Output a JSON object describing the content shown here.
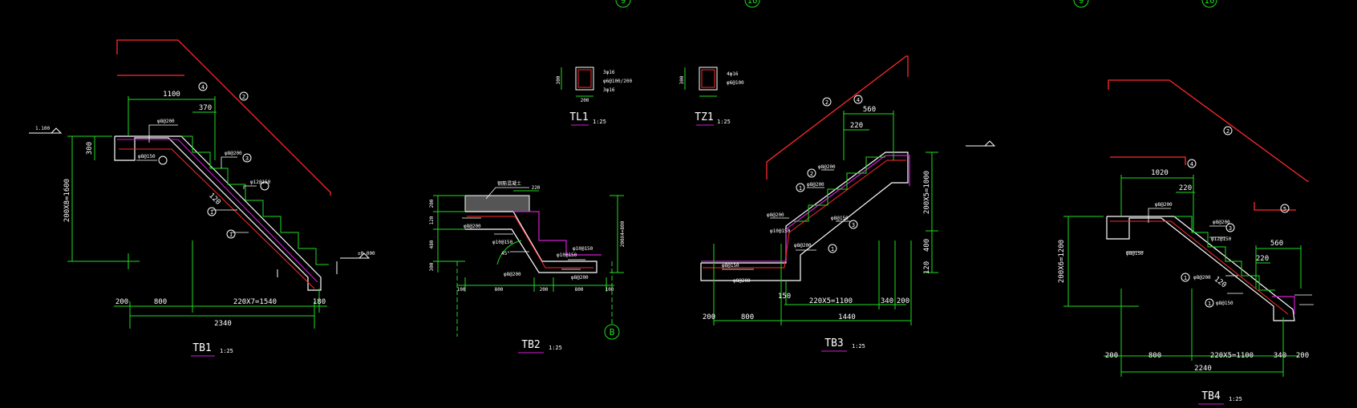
{
  "colors": {
    "background": "#000000",
    "dimension": "#1fdc1f",
    "outline": "#ffffff",
    "rebar": "#ff2a2a",
    "beam": "#d41dd4",
    "leader": "#ffffff",
    "title": "#ffffff",
    "underline": "#d41dd4"
  },
  "axes": {
    "top": [
      "9",
      "10",
      "9",
      "10"
    ],
    "bottom": [
      "B"
    ]
  },
  "tb1": {
    "title": "TB1",
    "scale": "1:25",
    "h_dim": "200X8=1600",
    "top_h": "300",
    "top_dim": "1100",
    "top_dim2": "370",
    "level": "1.100",
    "low_level": "±0.000",
    "bot_dims": [
      "200",
      "800",
      "220X7=1540",
      "180"
    ],
    "total": "2340",
    "slope": "120",
    "rebar_labels": [
      "φ8@200",
      "φ8@150",
      "φ8@200",
      "φ12@150"
    ],
    "bubbles": [
      "4",
      "2",
      "3",
      "1",
      "1"
    ]
  },
  "tb2": {
    "title": "TB2",
    "scale": "1:25",
    "h_dims": [
      "200",
      "120",
      "480",
      "300"
    ],
    "right_h": "200X4=800",
    "top_w": "220",
    "bot_dims": [
      "100",
      "800",
      "200",
      "800",
      "100"
    ],
    "angle": "45°",
    "labels": [
      "钢筋混凝土",
      "φ8@200",
      "φ10@150",
      "φ8@200",
      "φ10@150",
      "φ8@200",
      "φ10@150"
    ]
  },
  "tl1": {
    "title": "TL1",
    "scale": "1:25",
    "height": "300",
    "width": "200",
    "notes": [
      "3φ16",
      "φ6@100/200",
      "3φ16"
    ]
  },
  "tz1": {
    "title": "TZ1",
    "scale": "1:25",
    "height": "300",
    "width": "",
    "notes": [
      "4φ16",
      "φ6@100"
    ]
  },
  "tb3": {
    "title": "TB3",
    "scale": "1:25",
    "top_dim": "560",
    "top_dim2": "220",
    "right_h": [
      "200X5=1000",
      "400",
      "120"
    ],
    "left_dims": [
      "150"
    ],
    "bot_dims": [
      "200",
      "800",
      "220X5=1100",
      "340",
      "200"
    ],
    "total": "1440",
    "labels": [
      "φ8@200",
      "φ8@200",
      "φ8@150",
      "φ8@200",
      "φ8@200",
      "φ8@150",
      "φ8@200",
      "φ10@150"
    ],
    "bubbles": [
      "2",
      "4",
      "2",
      "1",
      "3",
      "1"
    ]
  },
  "tb4": {
    "title": "TB4",
    "scale": "1:25",
    "h_dim": "200X6=1200",
    "top_dim": "1020",
    "top_dim2": "220",
    "right_dim": "560",
    "right_dim2": "220",
    "slope": "120",
    "bot_dims": [
      "200",
      "800",
      "220X5=1100",
      "340",
      "200"
    ],
    "total": "2240",
    "labels": [
      "φ8@200",
      "φ8@150",
      "φ8@200",
      "φ12@150",
      "φ8@200",
      "φ8@150"
    ],
    "bubbles": [
      "2",
      "4",
      "5",
      "3",
      "1",
      "1"
    ]
  }
}
